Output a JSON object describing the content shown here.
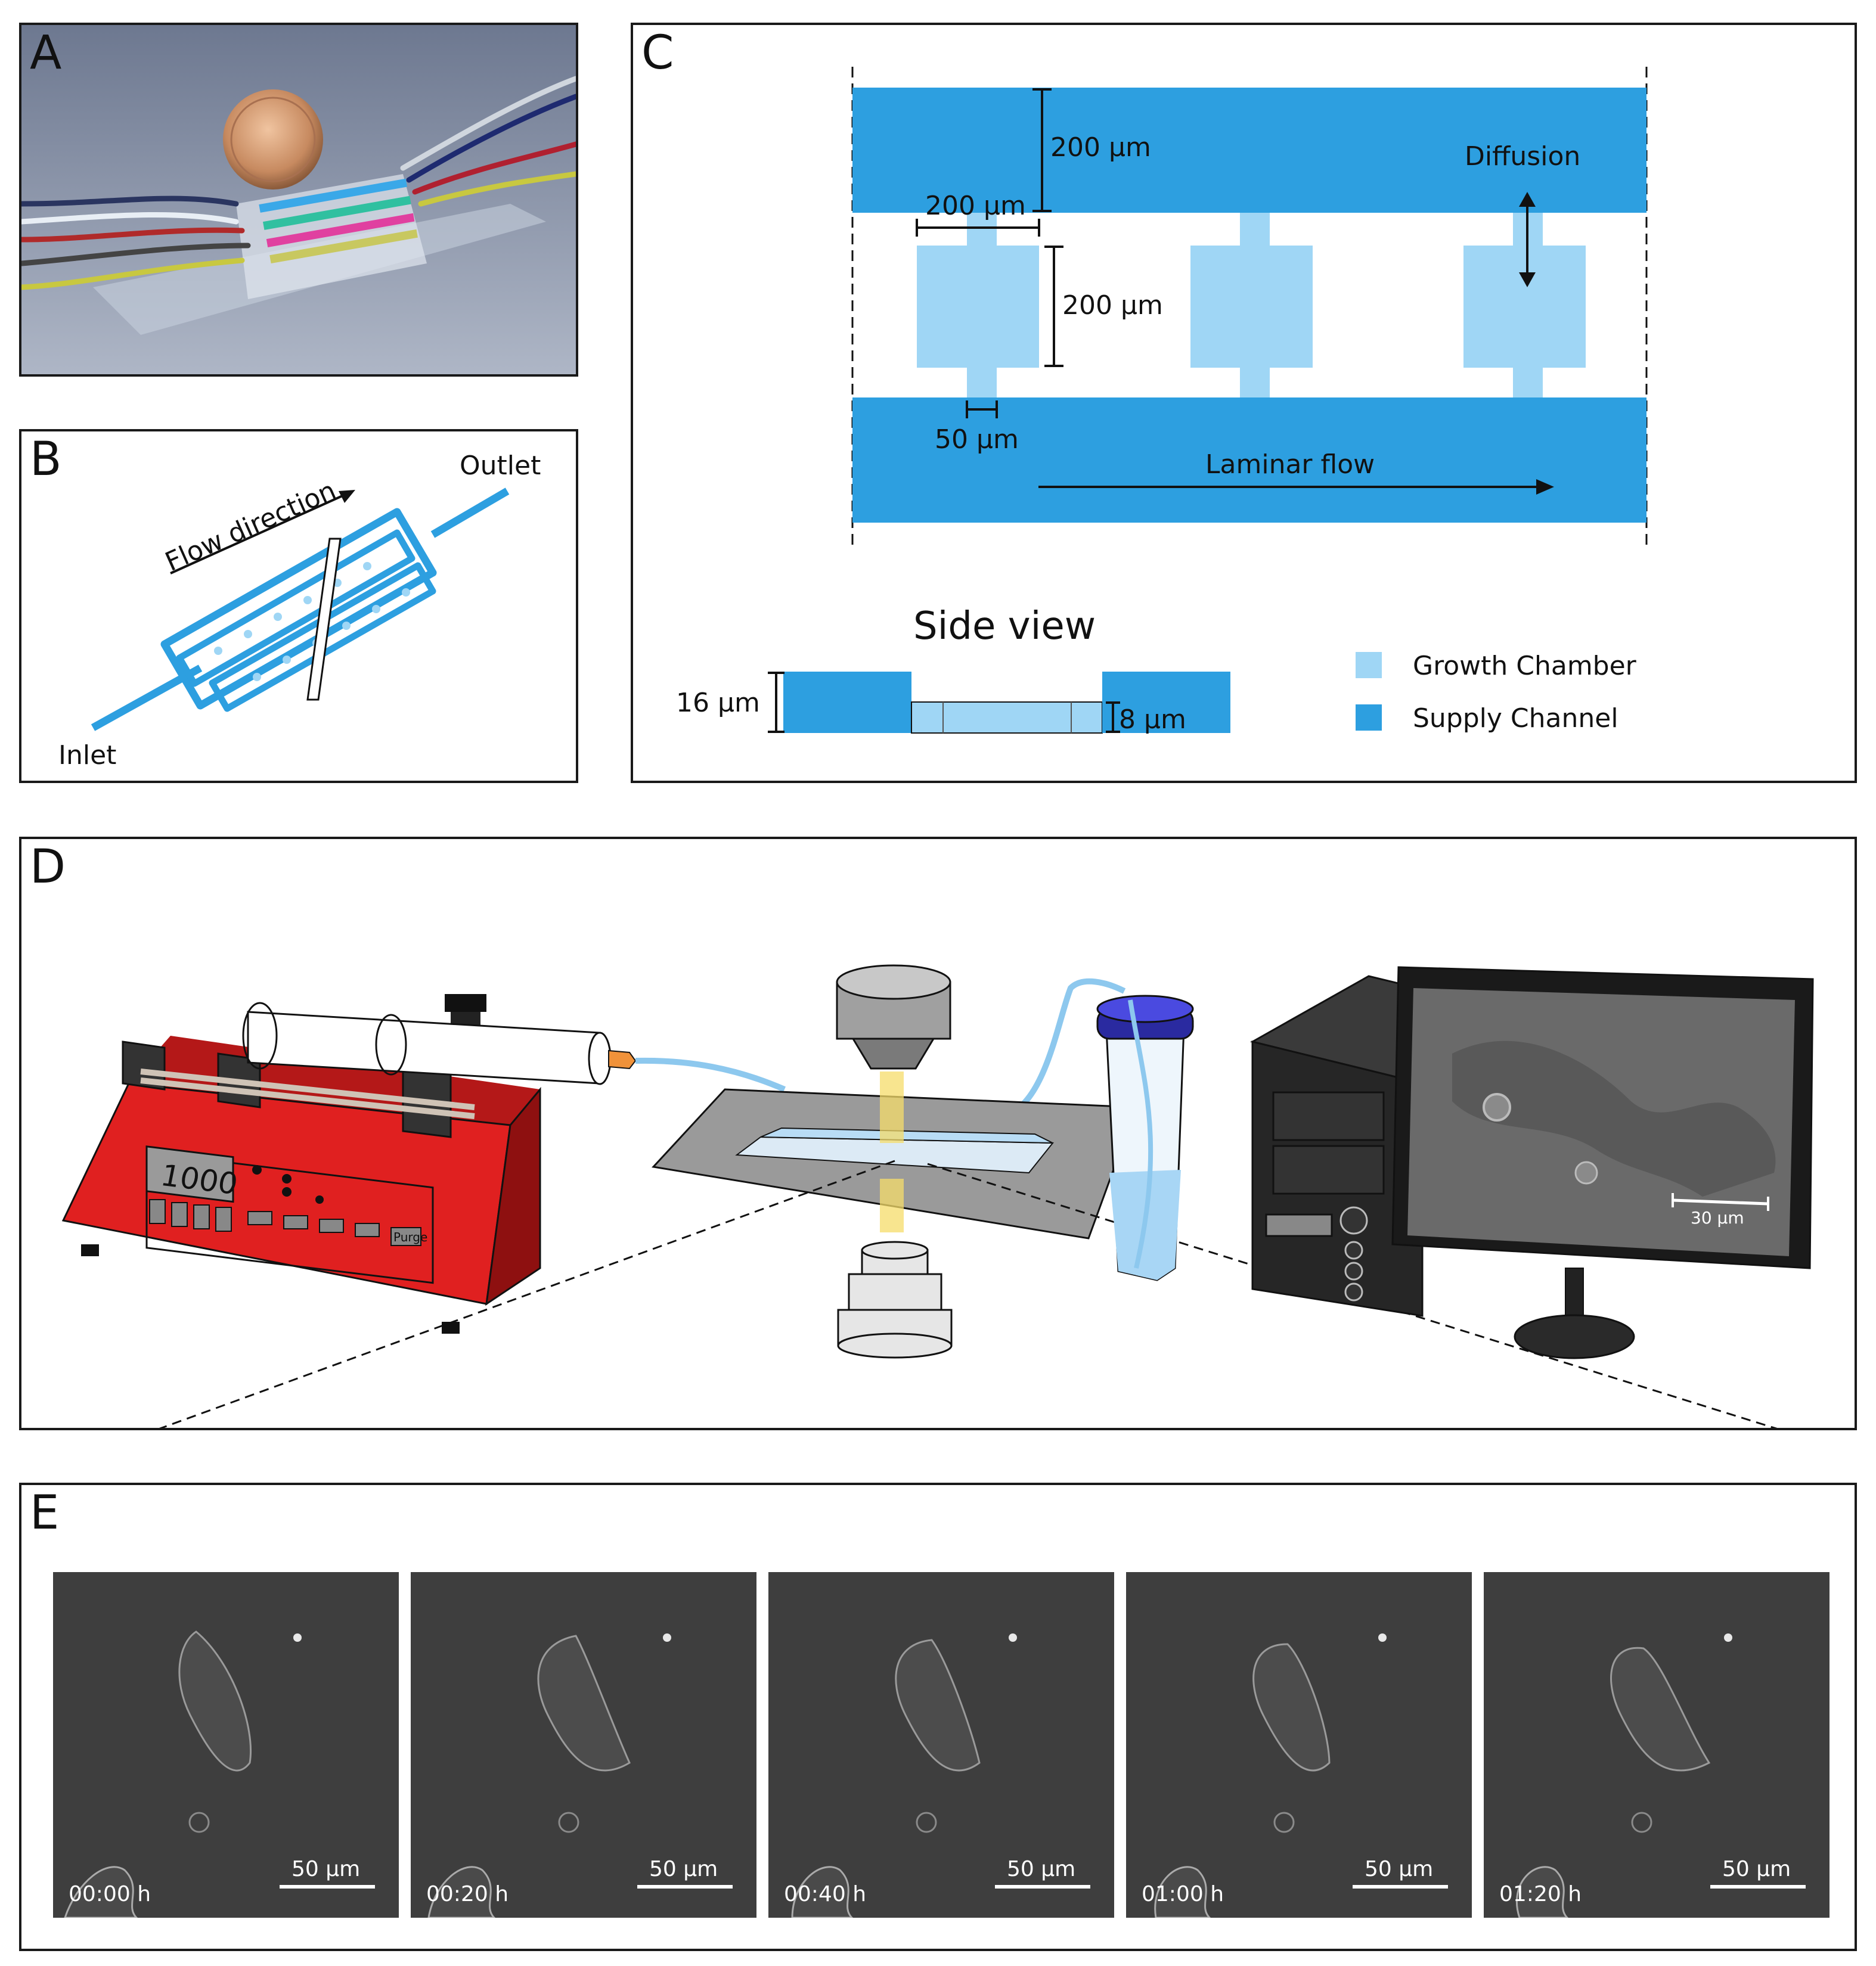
{
  "panels": {
    "a": {
      "label": "A"
    },
    "b": {
      "label": "B",
      "outlet": "Outlet",
      "inlet": "Inlet",
      "flow": "Flow direction"
    },
    "c": {
      "label": "C",
      "dim_supply_height": "200 µm",
      "dim_chamber_width": "200 µm",
      "dim_chamber_height": "200 µm",
      "dim_connector_width": "50 µm",
      "diffusion": "Diffusion",
      "laminar_flow": "Laminar flow",
      "side_view_title": "Side view",
      "side_dim_16": "16 µm",
      "side_dim_8": "8 µm",
      "legend": [
        {
          "label": "Growth Chamber",
          "color": "#9fd6f5"
        },
        {
          "label": "Supply Channel",
          "color": "#2d9fe0"
        }
      ]
    },
    "d": {
      "label": "D",
      "pump_display": "1000",
      "purge": "Purge",
      "monitor_scale": "30 µm"
    },
    "e": {
      "label": "E",
      "frames": [
        {
          "time": "00:00 h",
          "scale": "50 µm"
        },
        {
          "time": "00:20 h",
          "scale": "50 µm"
        },
        {
          "time": "00:40 h",
          "scale": "50 µm"
        },
        {
          "time": "01:00 h",
          "scale": "50 µm"
        },
        {
          "time": "01:20 h",
          "scale": "50 µm"
        }
      ]
    }
  },
  "colors": {
    "supply": "#2d9fe0",
    "chamber": "#9fd6f5",
    "pump_red": "#e02020"
  }
}
